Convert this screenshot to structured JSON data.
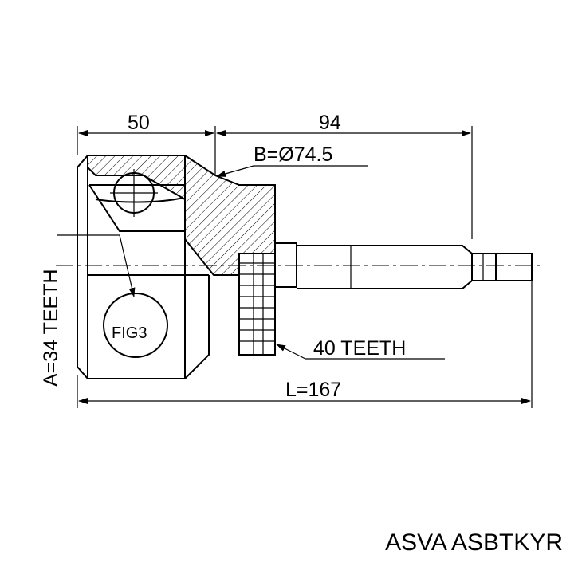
{
  "labels": {
    "dim_left": "50",
    "dim_right": "94",
    "diameter": "B=Ø74.5",
    "inner_teeth": "A=34 TEETH",
    "outer_teeth": "40 TEETH",
    "length": "L=167",
    "fig": "FIG3"
  },
  "caption": {
    "brand": "ASVA",
    "part_number": "ASBTKYR"
  }
}
